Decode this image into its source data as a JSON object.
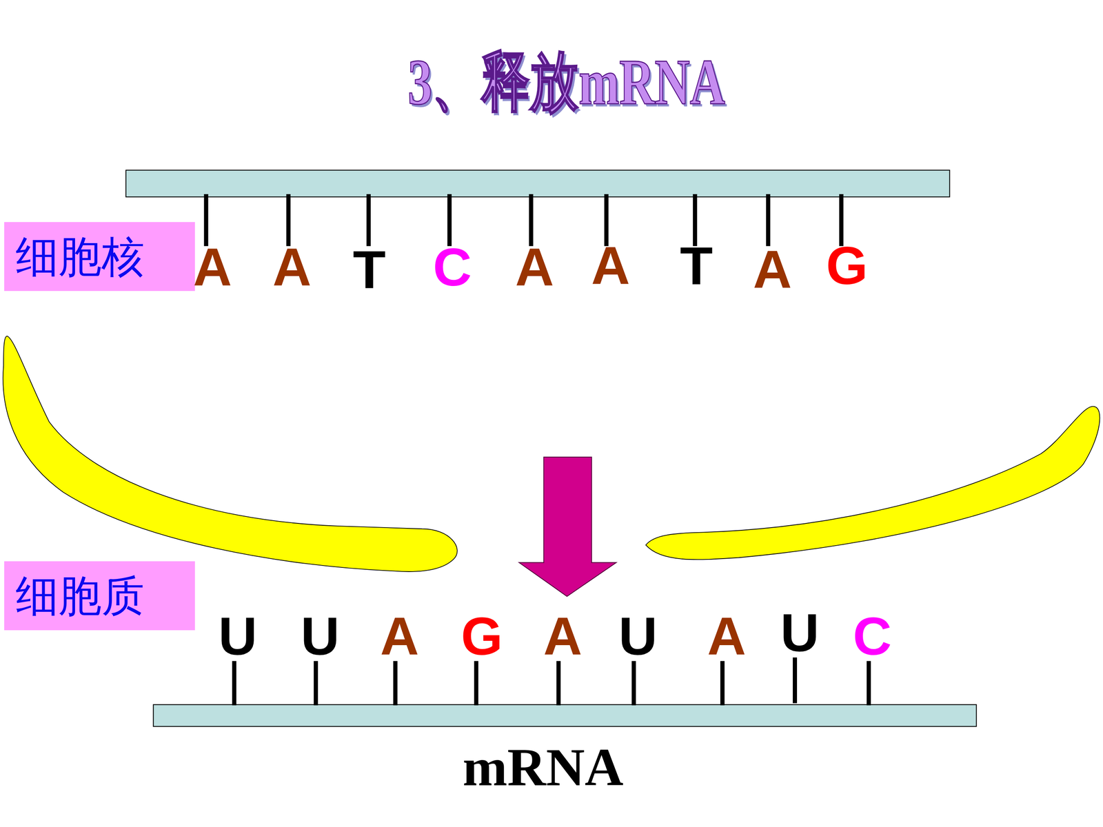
{
  "diagram": {
    "title": "3、释放mRNA",
    "nodes": [
      {
        "text": [
          "细胞核"
        ]
      },
      {
        "text": [
          "细胞质"
        ]
      }
    ],
    "labels": [
      "A",
      "A",
      "T",
      "C",
      "A",
      "A",
      "T",
      "A",
      "G",
      "U",
      "U",
      "A",
      "G",
      "A",
      "U",
      "A",
      "U",
      "C",
      "mRNA"
    ]
  }
}
